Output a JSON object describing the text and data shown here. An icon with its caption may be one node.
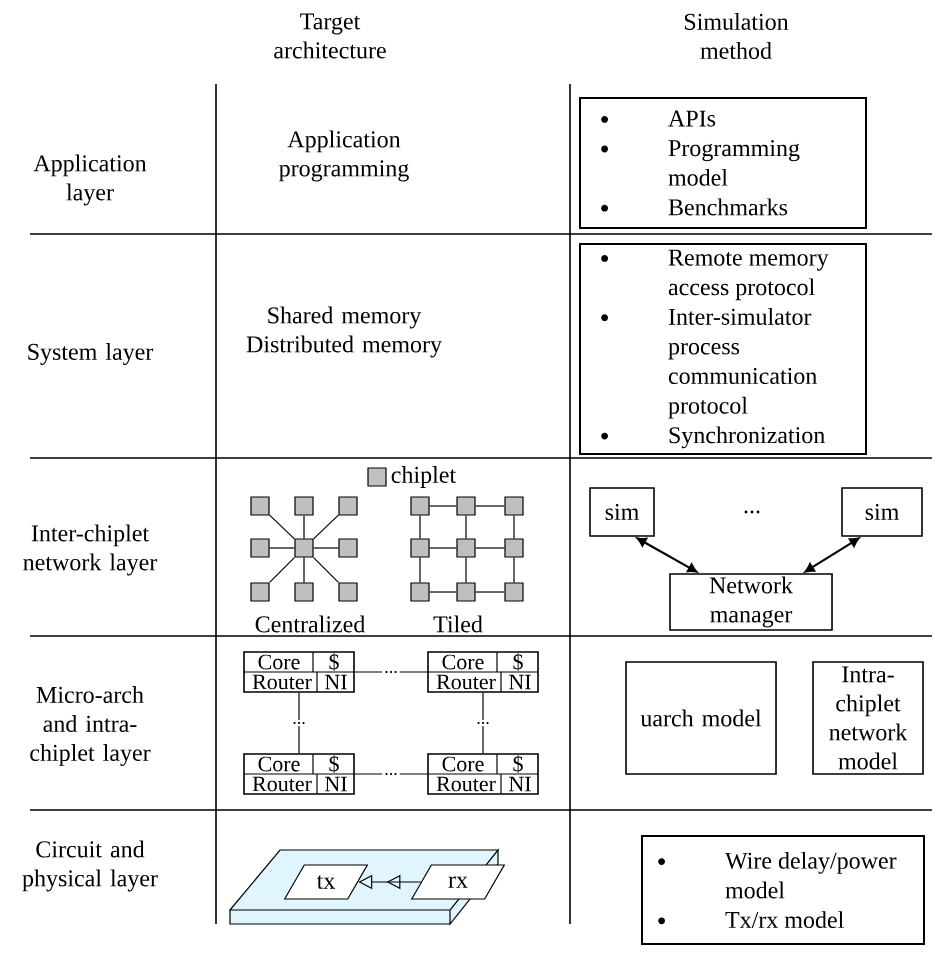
{
  "diagram": {
    "nodes": [
      {
        "text": [
          "APIs",
          "Programming model",
          "Benchmarks"
        ]
      },
      {
        "text": [
          "Remote memory access protocol",
          "Inter-simulator process communication protocol",
          "Synchronization"
        ]
      },
      {
        "text": [],
        "shape": "box"
      },
      {
        "text": [],
        "shape": "box"
      },
      {
        "text": [],
        "shape": "box"
      },
      {
        "text": [],
        "shape": "box"
      },
      {
        "text": [],
        "shape": "box"
      },
      {
        "text": [],
        "shape": "box"
      },
      {
        "text": [],
        "shape": "box"
      },
      {
        "text": [],
        "shape": "box"
      },
      {
        "text": [],
        "shape": "box"
      },
      {
        "text": [],
        "shape": "box"
      },
      {
        "text": [],
        "shape": "box"
      },
      {
        "text": [],
        "shape": "box"
      },
      {
        "text": [],
        "shape": "box"
      },
      {
        "text": [],
        "shape": "box"
      },
      {
        "text": [],
        "shape": "box"
      },
      {
        "text": [],
        "shape": "box"
      },
      {
        "text": [],
        "shape": "box"
      },
      {
        "text": [],
        "shape": "box"
      },
      {
        "text": [
          "sim"
        ]
      },
      {
        "text": [
          "sim"
        ]
      },
      {
        "text": [
          "Network manager"
        ]
      },
      {
        "text": [
          "Core",
          "$",
          "Router",
          "NI"
        ]
      },
      {
        "text": [
          "Core",
          "$",
          "Router",
          "NI"
        ]
      },
      {
        "text": [
          "Core",
          "$",
          "Router",
          "NI"
        ]
      },
      {
        "text": [
          "Core",
          "$",
          "Router",
          "NI"
        ]
      },
      {
        "text": [
          "uarch model"
        ]
      },
      {
        "text": [
          "Intra-chiplet network model"
        ]
      },
      {
        "text": [
          "tx"
        ]
      },
      {
        "text": [
          "rx"
        ]
      },
      {
        "text": [
          "Wire delay/power model",
          "Tx/rx model"
        ]
      }
    ],
    "edges": [
      {
        "from": 6,
        "to": 2,
        "arrow": "none"
      },
      {
        "from": 6,
        "to": 3,
        "arrow": "none"
      },
      {
        "from": 6,
        "to": 4,
        "arrow": "none"
      },
      {
        "from": 6,
        "to": 5,
        "arrow": "none"
      },
      {
        "from": 6,
        "to": 7,
        "arrow": "none"
      },
      {
        "from": 6,
        "to": 8,
        "arrow": "none"
      },
      {
        "from": 6,
        "to": 9,
        "arrow": "none"
      },
      {
        "from": 6,
        "to": 10,
        "arrow": "none"
      },
      {
        "from": 11,
        "to": 12,
        "arrow": "none"
      },
      {
        "from": 12,
        "to": 13,
        "arrow": "none"
      },
      {
        "from": 14,
        "to": 15,
        "arrow": "none"
      },
      {
        "from": 15,
        "to": 16,
        "arrow": "none"
      },
      {
        "from": 17,
        "to": 18,
        "arrow": "none"
      },
      {
        "from": 18,
        "to": 19,
        "arrow": "none"
      },
      {
        "from": 11,
        "to": 14,
        "arrow": "none"
      },
      {
        "from": 14,
        "to": 17,
        "arrow": "none"
      },
      {
        "from": 12,
        "to": 15,
        "arrow": "none"
      },
      {
        "from": 15,
        "to": 18,
        "arrow": "none"
      },
      {
        "from": 13,
        "to": 16,
        "arrow": "none"
      },
      {
        "from": 16,
        "to": 19,
        "arrow": "none"
      },
      {
        "from": 20,
        "to": 22,
        "arrow": "both"
      },
      {
        "from": 21,
        "to": 22,
        "arrow": "both"
      },
      {
        "from": 23,
        "to": 24,
        "arrow": "none",
        "label": "..."
      },
      {
        "from": 25,
        "to": 26,
        "arrow": "none",
        "label": "..."
      },
      {
        "from": 23,
        "to": 25,
        "arrow": "none",
        "label": "..."
      },
      {
        "from": 24,
        "to": 26,
        "arrow": "none",
        "label": "..."
      },
      {
        "from": 30,
        "to": 29,
        "arrow": "to"
      }
    ],
    "labels": [
      "Target architecture",
      "Simulation method",
      "Application layer",
      "Application programming",
      "System layer",
      "Shared memory Distributed memory",
      "Inter-chiplet network layer",
      "...",
      "Centralized",
      "Tiled",
      "Micro-arch and intra-chiplet layer",
      "Circuit and physical layer"
    ],
    "legend": [
      {
        "text": "chiplet",
        "color": "#c0c0c0"
      }
    ]
  }
}
